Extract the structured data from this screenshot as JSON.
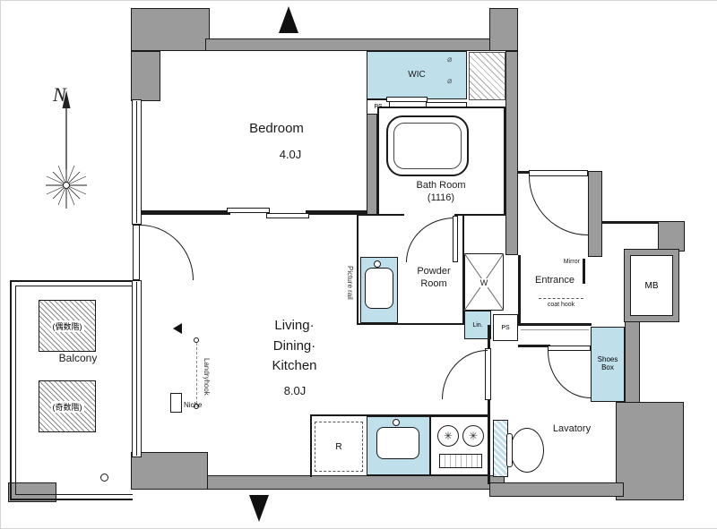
{
  "plan": {
    "compass_n": "N",
    "bedroom_name": "Bedroom",
    "bedroom_size": "4.0J",
    "wic": "WIC",
    "ps_upper": "PS",
    "bath_line1": "Bath Room",
    "bath_line2": "(1116)",
    "powder_line1": "Powder",
    "powder_line2": "Room",
    "washer": "W",
    "linen": "Lin.",
    "ps_lower": "PS",
    "entrance": "Entrance",
    "mirror": "Mirror",
    "coat_hook": "coat hook",
    "mb": "MB",
    "shoes_line1": "Shoes",
    "shoes_line2": "Box",
    "lavatory": "Lavatory",
    "ldk_line1": "Living·",
    "ldk_line2": "Dining·",
    "ldk_line3": "Kitchen",
    "ldk_size": "8.0J",
    "balcony": "Balcony",
    "balcony_even": "(偶数階)",
    "balcony_odd": "(奇数階)",
    "niche": "Niche",
    "laundry_hook": "Landryhook",
    "picture_rail": "Picture rail",
    "fridge": "R"
  },
  "icons": {
    "burner": "✳",
    "hanger": "⌀"
  },
  "colors": {
    "wall": "#9b9b9b",
    "fixture_blue": "#bfdfeb",
    "line": "#1a1a1a"
  }
}
